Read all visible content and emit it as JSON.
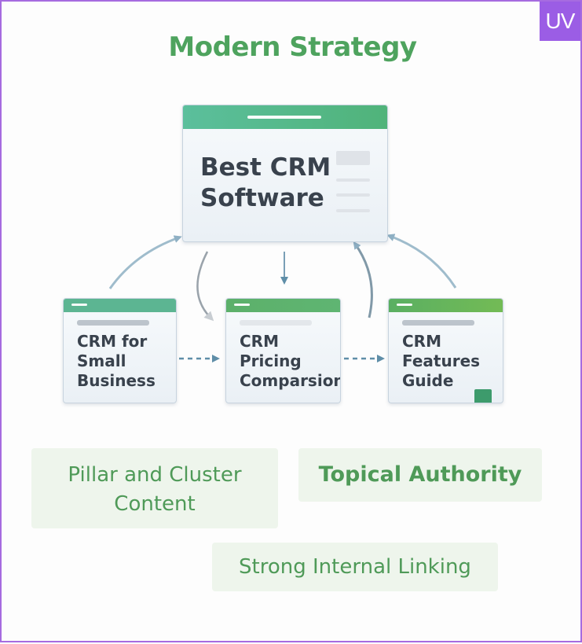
{
  "title": "Modern Strategy",
  "logo": {
    "text": "UV",
    "icon": "checkmark-logo-icon",
    "color": "#9b5de5"
  },
  "colors": {
    "accent_green": "#4ea35e",
    "frame": "#a66be0",
    "arrow": "#8fb0c4",
    "card_text": "#39424d"
  },
  "pillar_page": {
    "title_line1": "Best CRM",
    "title_line2": "Software"
  },
  "cluster_pages": [
    {
      "line1": "CRM for",
      "line2": "Small",
      "line3": "Business"
    },
    {
      "line1": "CRM",
      "line2": "Pricing",
      "line3": "Comparsion"
    },
    {
      "line1": "CRM",
      "line2": "Features",
      "line3": "Guide"
    }
  ],
  "labels": {
    "pillar_cluster_line1": "Pillar and Cluster",
    "pillar_cluster_line2": "Content",
    "topical_authority": "Topical Authority",
    "internal_linking": "Strong Internal Linking"
  }
}
